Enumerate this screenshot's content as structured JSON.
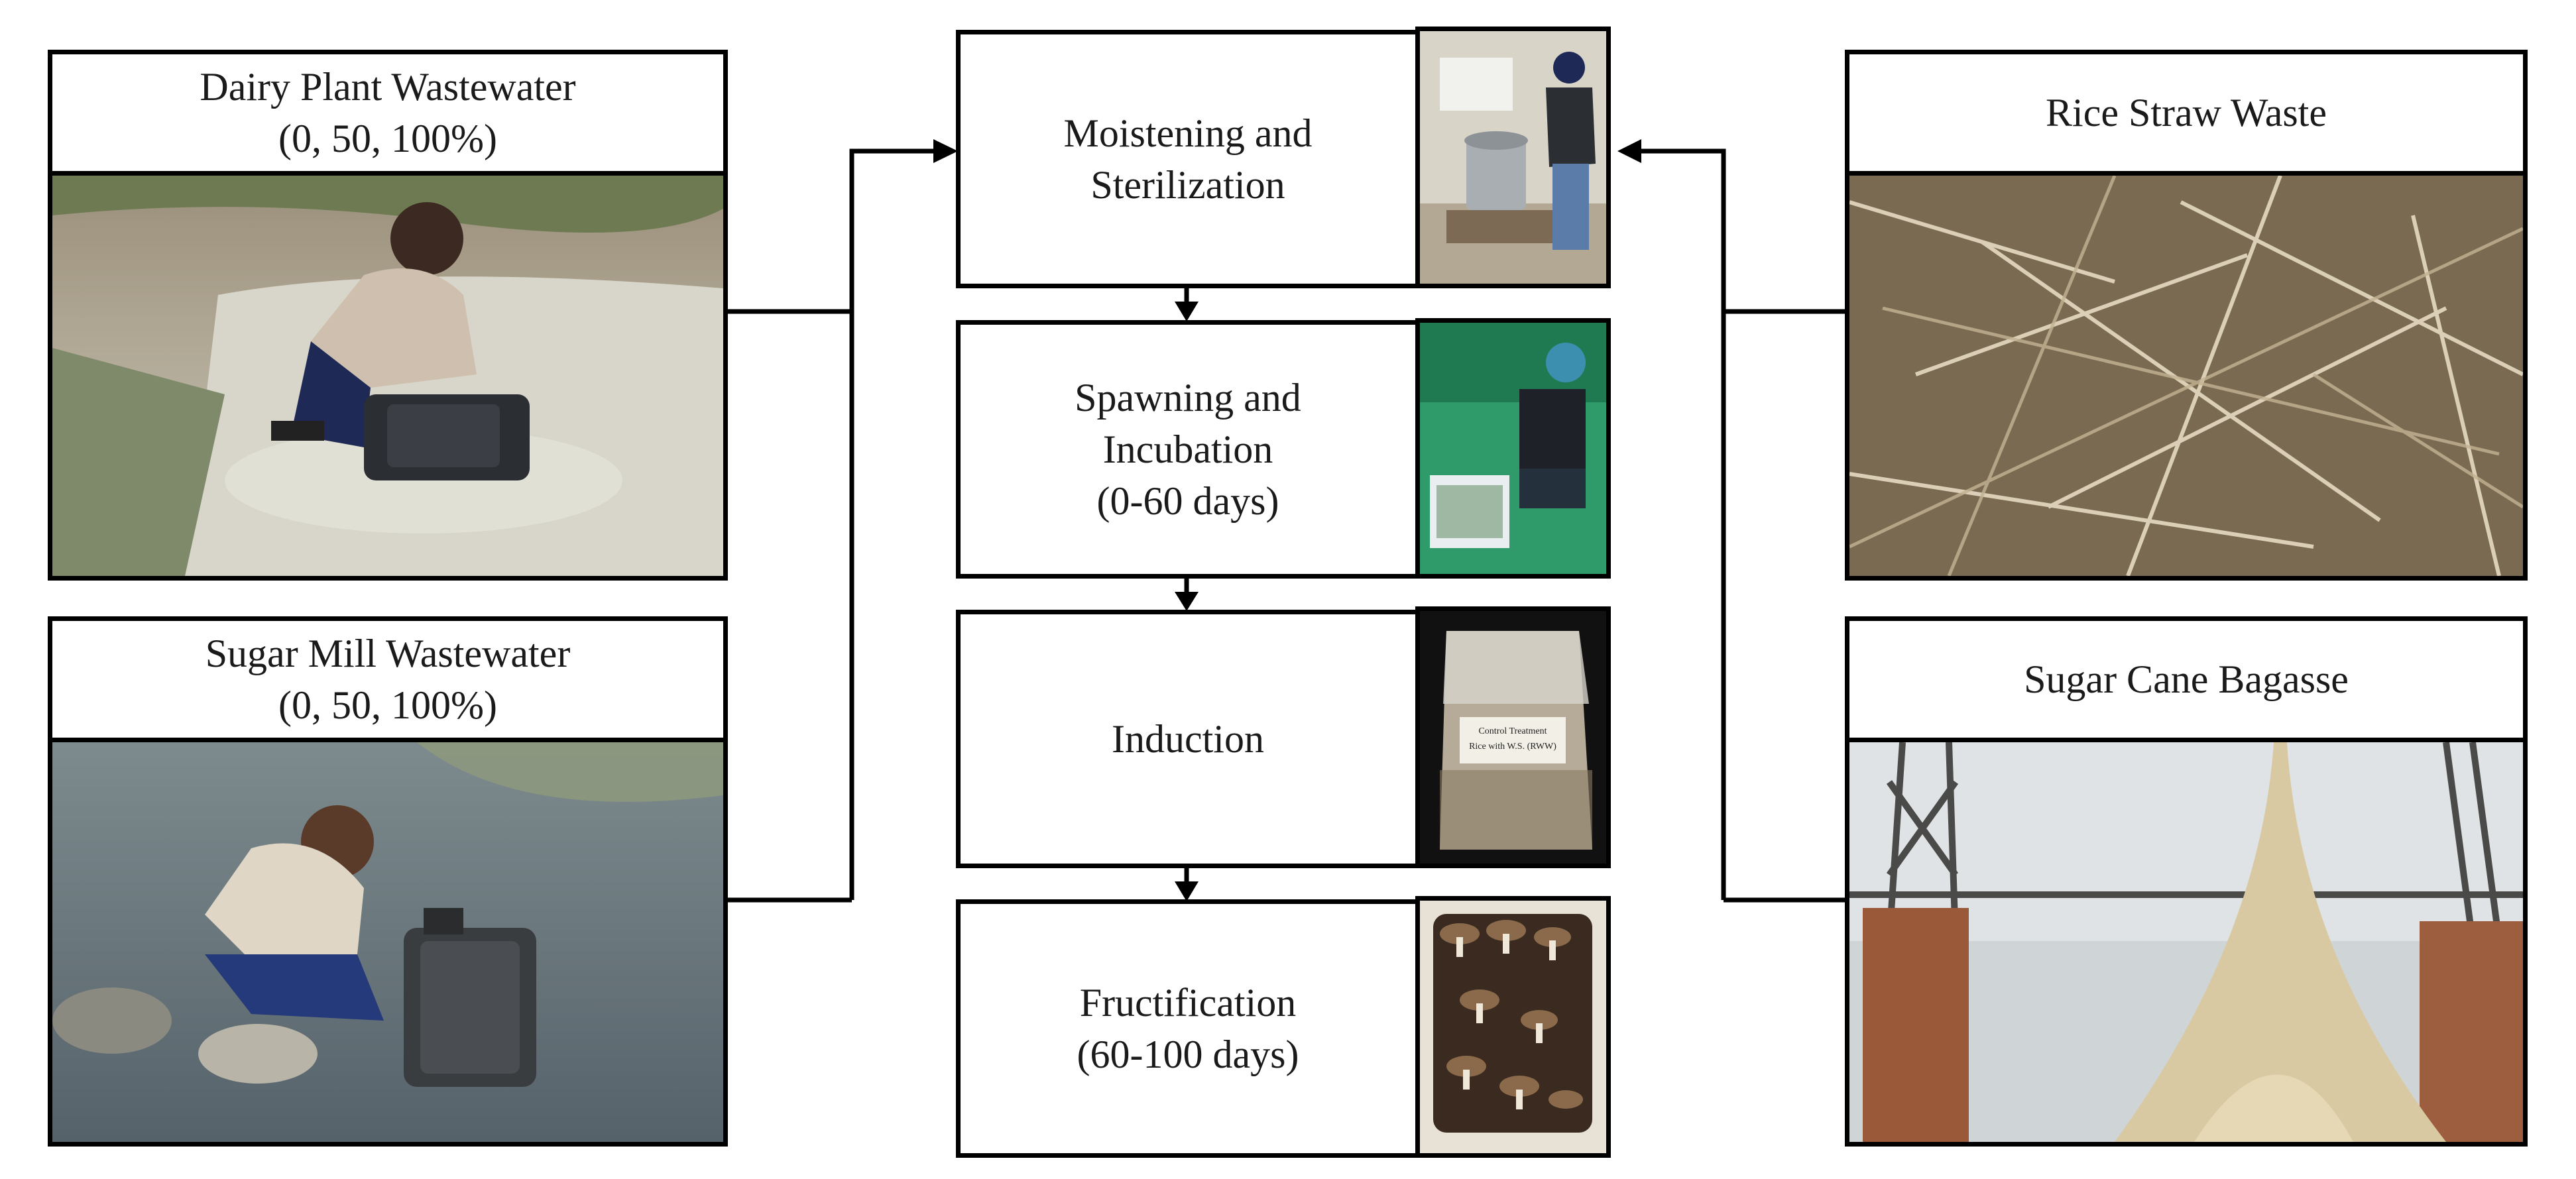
{
  "inputs_left": [
    {
      "title": "Dairy Plant Wastewater",
      "subtitle": "(0, 50, 100%)",
      "photo": "dairy-wastewater-collection-photo"
    },
    {
      "title": "Sugar Mill Wastewater",
      "subtitle": "(0, 50, 100%)",
      "photo": "sugar-mill-wastewater-collection-photo"
    }
  ],
  "inputs_right": [
    {
      "title": "Rice Straw Waste",
      "photo": "rice-straw-photo"
    },
    {
      "title": "Sugar Cane Bagasse",
      "photo": "sugar-cane-bagasse-photo"
    }
  ],
  "steps": [
    {
      "line1": "Moistening and",
      "line2": "Sterilization",
      "line3": "",
      "photo": "autoclave-sterilization-photo"
    },
    {
      "line1": "Spawning and",
      "line2": "Incubation",
      "line3": "(0-60 days)",
      "photo": "spawning-photo"
    },
    {
      "line1": "Induction",
      "line2": "",
      "line3": "",
      "photo": "substrate-bag-photo"
    },
    {
      "line1": "Fructification",
      "line2": "(60-100 days)",
      "line3": "",
      "photo": "mushroom-fruiting-photo"
    }
  ],
  "bag_label": {
    "line1": "Control Treatment",
    "line2": "Rice with W.S. (RWW)"
  },
  "colors": {
    "border": "#000000",
    "arrow": "#000000",
    "background": "#ffffff"
  }
}
